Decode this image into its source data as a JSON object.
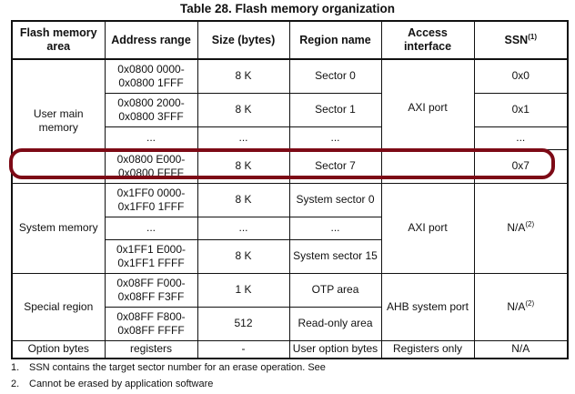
{
  "title": "Table 28. Flash memory organization",
  "headers": {
    "area": "Flash memory area",
    "address": "Address range",
    "size": "Size (bytes)",
    "region": "Region name",
    "interface": "Access interface",
    "ssn": "SSN",
    "ssn_note": "(1)"
  },
  "rows": {
    "user": {
      "area": "User main memory",
      "interface": "AXI port",
      "r0": {
        "a1": "0x0800 0000-",
        "a2": "0x0800 1FFF",
        "size": "8 K",
        "region": "Sector 0",
        "ssn": "0x0"
      },
      "r1": {
        "a1": "0x0800 2000-",
        "a2": "0x0800 3FFF",
        "size": "8 K",
        "region": "Sector 1",
        "ssn": "0x1"
      },
      "r2": {
        "a1": "...",
        "size": "...",
        "region": "...",
        "ssn": "..."
      },
      "r3": {
        "a1": "0x0800 E000-",
        "a2": "0x0800 FFFF",
        "size": "8 K",
        "region": "Sector 7",
        "ssn": "0x7"
      }
    },
    "system": {
      "area": "System memory",
      "interface": "AXI port",
      "ssn": "N/A",
      "ssn_note": "(2)",
      "r0": {
        "a1": "0x1FF0 0000-",
        "a2": "0x1FF0 1FFF",
        "size": "8 K",
        "region": "System sector 0"
      },
      "r1": {
        "a1": "...",
        "size": "...",
        "region": "..."
      },
      "r2": {
        "a1": "0x1FF1 E000-",
        "a2": "0x1FF1 FFFF",
        "size": "8 K",
        "region": "System sector 15"
      }
    },
    "special": {
      "area": "Special region",
      "interface": "AHB system port",
      "ssn": "N/A",
      "ssn_note": "(2)",
      "r0": {
        "a1": "0x08FF F000-",
        "a2": "0x08FF F3FF",
        "size": "1 K",
        "region": "OTP area"
      },
      "r1": {
        "a1": "0x08FF F800-",
        "a2": "0x08FF FFFF",
        "size": "512",
        "region": "Read-only area"
      }
    },
    "option": {
      "area": "Option bytes",
      "address": "registers",
      "size": "-",
      "region": "User option bytes",
      "interface": "Registers only",
      "ssn": "N/A"
    }
  },
  "footnotes": [
    {
      "n": "1.",
      "text": "SSN contains the target sector number for an erase operation. See"
    },
    {
      "n": "2.",
      "text": "Cannot be erased by application software"
    }
  ],
  "highlight_color": "#7d0a16"
}
